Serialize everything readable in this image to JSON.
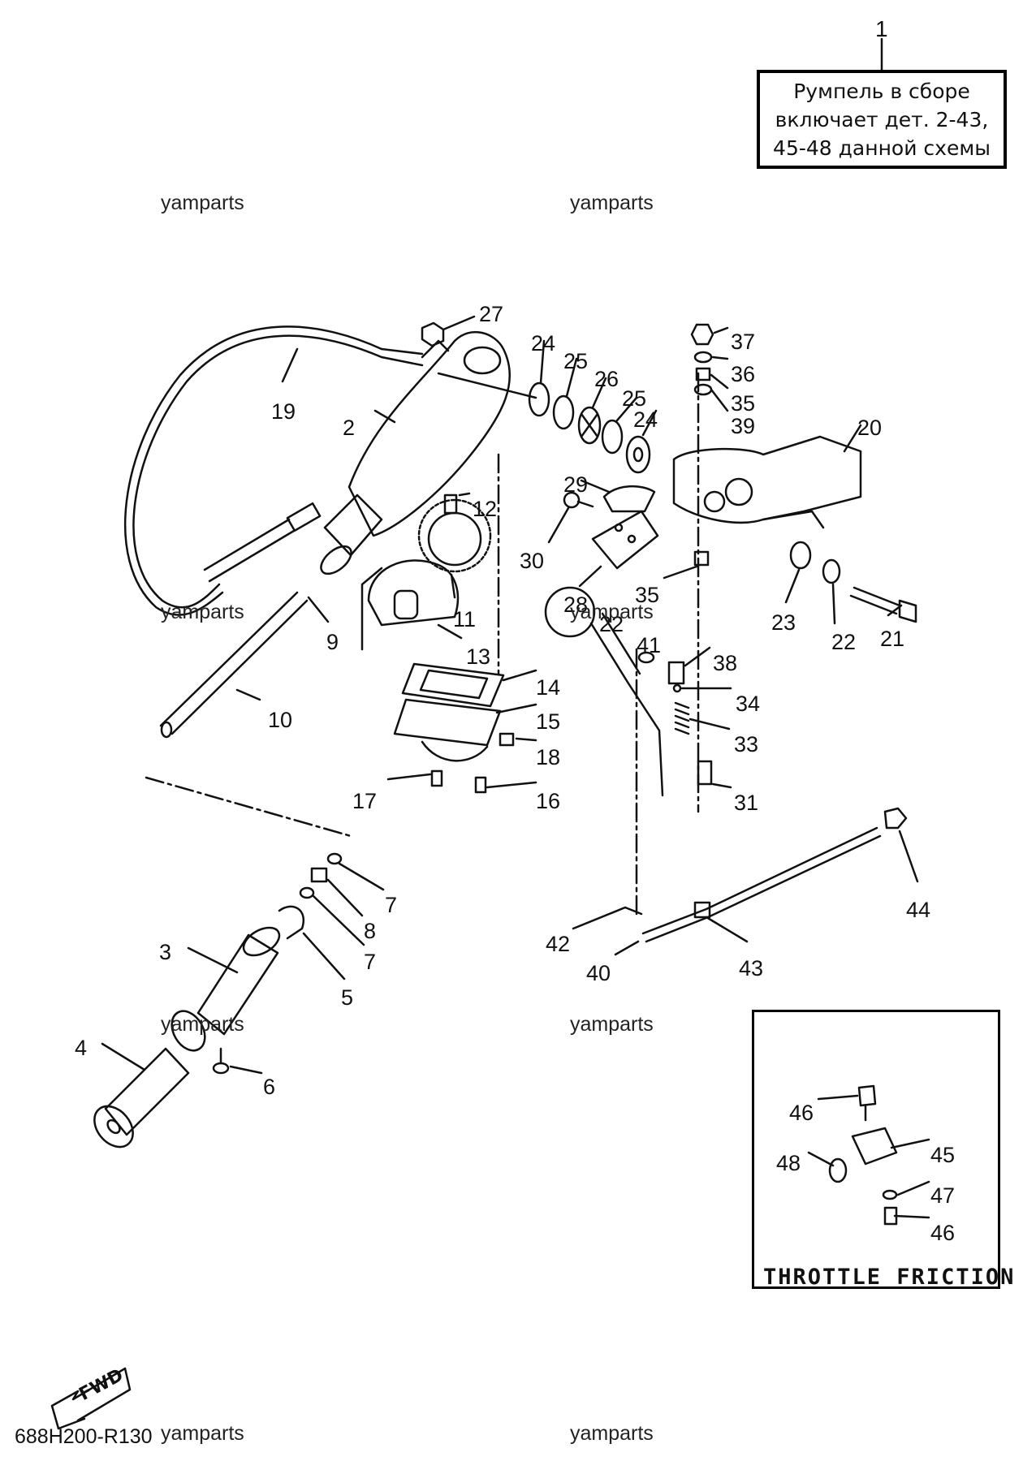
{
  "assembly": {
    "number": "1",
    "note_lines": [
      "Румпель в сборе",
      "включает дет. 2-43,",
      "45-48 данной схемы"
    ]
  },
  "watermarks": [
    "yamparts",
    "yamparts",
    "yamparts",
    "yamparts",
    "yamparts",
    "yamparts",
    "yamparts",
    "yamparts"
  ],
  "inset": {
    "title": "THROTTLE FRICTION"
  },
  "fwd_label": "FWD",
  "diagram_code": "688H200-R130",
  "part_labels": [
    "2",
    "3",
    "4",
    "5",
    "6",
    "7",
    "7",
    "8",
    "9",
    "10",
    "11",
    "12",
    "13",
    "14",
    "15",
    "16",
    "17",
    "18",
    "19",
    "20",
    "21",
    "22",
    "22",
    "23",
    "24",
    "24",
    "25",
    "25",
    "26",
    "27",
    "28",
    "29",
    "30",
    "31",
    "33",
    "34",
    "35",
    "35",
    "36",
    "37",
    "38",
    "39",
    "40",
    "41",
    "42",
    "43",
    "44",
    "45",
    "46",
    "46",
    "47",
    "48"
  ]
}
